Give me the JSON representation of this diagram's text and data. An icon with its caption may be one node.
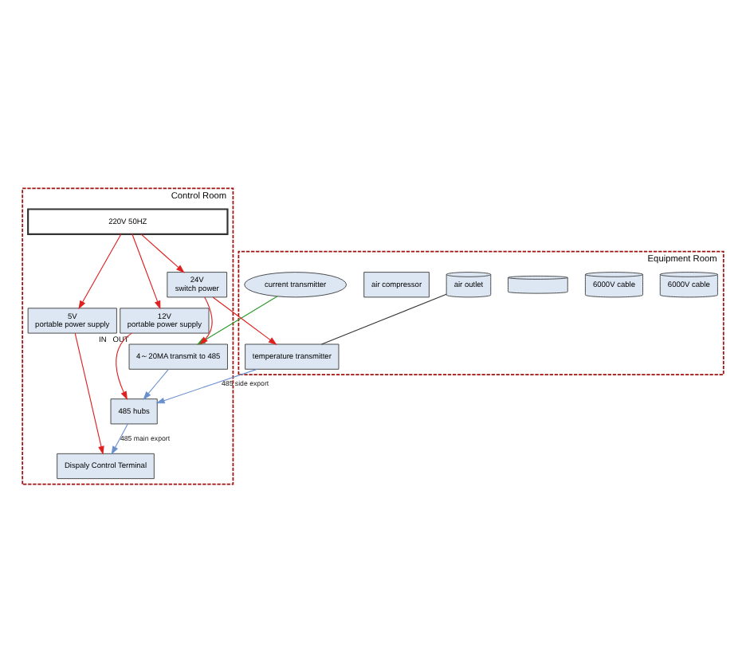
{
  "diagram": {
    "nodes": [
      {
        "text": [
          "Equipment Room"
        ]
      },
      {
        "text": [
          "6000V cable"
        ],
        "in": 0
      },
      {
        "text": [
          "6000V cable"
        ],
        "in": 0
      },
      {
        "text": [],
        "shape": "cylinder",
        "in": 0
      },
      {
        "text": [
          "current transmitter"
        ],
        "in": 0
      },
      {
        "text": [
          "air compressor"
        ],
        "in": 0
      },
      {
        "text": [
          "air outlet"
        ],
        "in": 0
      },
      {
        "text": [
          "temperature transmitter"
        ],
        "in": 0
      },
      {
        "text": [
          "Control Room"
        ]
      },
      {
        "text": [
          "4～20MA transmit to 485"
        ],
        "beside": [
          "IN",
          "OUT"
        ],
        "in": 8
      },
      {
        "text": [
          "485 hubs"
        ],
        "in": 8
      },
      {
        "text": [
          "12V",
          "portable power supply"
        ],
        "in": 8
      },
      {
        "text": [
          "Dispaly Control Terminal"
        ],
        "in": 8
      },
      {
        "text": [
          "24V",
          "switch power"
        ],
        "in": 8
      },
      {
        "text": [
          "5V",
          "portable power supply"
        ],
        "in": 8
      },
      {
        "text": [
          "220V 50HZ"
        ],
        "in": 8
      }
    ],
    "edges": [
      {
        "from": 4,
        "to": 9,
        "arrow": "to",
        "color": "#2a9a2a"
      },
      {
        "from": 9,
        "to": 10,
        "arrow": "to",
        "color": "#6a8fcf"
      },
      {
        "from": 7,
        "to": 10,
        "arrow": "to",
        "color": "#6a8fcf",
        "label": "485 side export"
      },
      {
        "from": 11,
        "to": 10,
        "arrow": "to"
      },
      {
        "from": 10,
        "to": 12,
        "arrow": "to",
        "color": "#6a8fcf",
        "label": "485 main export"
      },
      {
        "from": 14,
        "to": 12,
        "arrow": "to"
      },
      {
        "from": 15,
        "to": 13,
        "arrow": "to"
      },
      {
        "from": 13,
        "to": 9,
        "arrow": "to"
      },
      {
        "from": 13,
        "to": 7,
        "arrow": "to"
      },
      {
        "from": 15,
        "to": 11,
        "arrow": "to"
      },
      {
        "from": 15,
        "to": 14,
        "arrow": "to"
      },
      {
        "from": 6,
        "to": 7,
        "arrow": "none",
        "color": "#333333"
      }
    ]
  }
}
